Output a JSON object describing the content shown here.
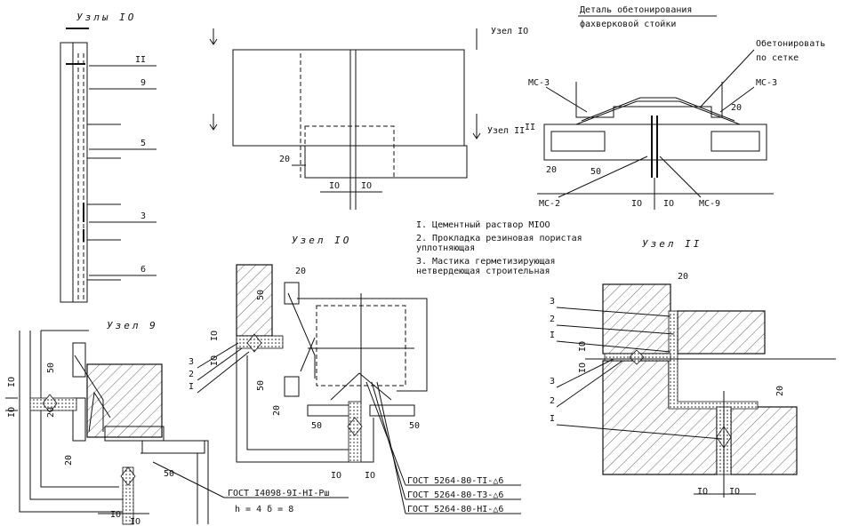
{
  "titles": {
    "uzly_10": "Узлы  IO",
    "uzel_9": "Узел 9",
    "uzel_10": "Узел  IO",
    "uzel_11": "Узел  II",
    "detail_line1": "Деталь обетонирования",
    "detail_line2": "фахверковой стойки"
  },
  "elevation_marks": {
    "m11": "II",
    "m9": "9",
    "m5": "5",
    "m3": "3",
    "m6": "6"
  },
  "section_refs": {
    "uzel10": "Узел IO",
    "uzel11": "Узел II",
    "dim20": "20",
    "dimIO_a": "IO",
    "dimIO_b": "IO"
  },
  "detail_labels": {
    "obeton": "Обетонировать",
    "po_setke": "по сетке",
    "mc3_left": "МС-3",
    "mc3_right": "МС-3",
    "mc2": "МС-2",
    "mc9": "МС-9",
    "d20a": "20",
    "d20b": "20",
    "d50": "50",
    "dIO_a": "IO",
    "dIO_b": "IO",
    "ref_II": "II"
  },
  "notes": [
    "I. Цементный раствор MIOO",
    "2. Прокладка резиновая пористая",
    "   уплотняющая",
    "3. Мастика герметизирующая",
    "   нетвердеющая строительная"
  ],
  "node9": {
    "d10a": "IO",
    "d10b": "IO",
    "d50a": "50",
    "d20a": "20",
    "d20b": "20",
    "d50b": "50",
    "d10c": "IO",
    "d10d": "IO",
    "gost": "ГОСТ I4098-9I-HI-Pш",
    "gost_params": "h = 4  δ = 8"
  },
  "node10": {
    "d20a": "20",
    "d50a": "50",
    "d10a": "IO",
    "d10b": "IO",
    "d50b": "50",
    "c3": "3",
    "c2": "2",
    "c1": "I",
    "d20b": "20",
    "d50c": "50",
    "d50d": "50",
    "d10c": "IO",
    "d10d": "IO",
    "gost1": "ГОСТ 5264-80-TI-△6",
    "gost2": "ГОСТ 5264-80-TЗ-△6",
    "gost3": "ГОСТ 5264-80-HI-△6"
  },
  "node11": {
    "d20a": "20",
    "c3a": "3",
    "c2a": "2",
    "c1a": "I",
    "d10a": "IO",
    "d10b": "IO",
    "c3b": "3",
    "c2b": "2",
    "c1b": "I",
    "d20b": "20",
    "d10c": "IO",
    "d10d": "IO"
  }
}
